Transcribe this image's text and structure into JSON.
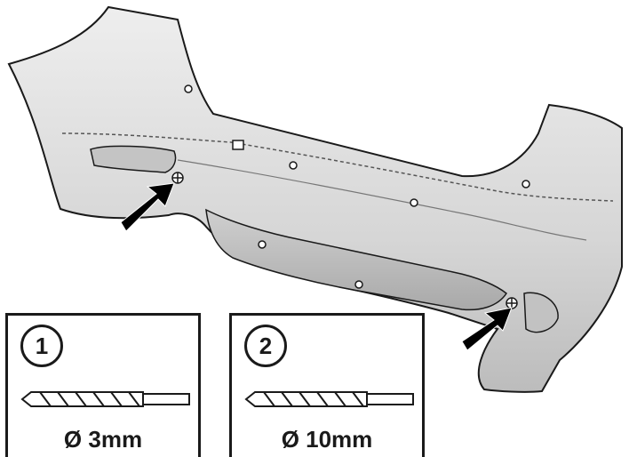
{
  "steps": [
    {
      "number": "1",
      "size": "Ø 3mm",
      "icon": "drill-bit-icon"
    },
    {
      "number": "2",
      "size": "Ø 10mm",
      "icon": "drill-bit-icon"
    }
  ],
  "colors": {
    "bumper_fill": "#dcdcdc",
    "bumper_shadow": "#b4b4b4",
    "outline": "#1a1a1a",
    "arrow": "#000000"
  }
}
